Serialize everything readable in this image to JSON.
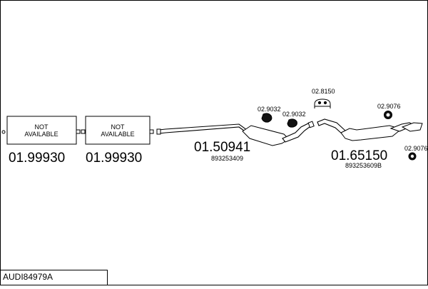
{
  "model_code": "AUDI84979A",
  "not_available": {
    "line1": "NOT",
    "line2": "AVAILABLE"
  },
  "parts": [
    {
      "number": "01.99930"
    },
    {
      "number": "01.99930"
    },
    {
      "number": "01.50941",
      "oem": "893253409"
    },
    {
      "number": "01.65150",
      "oem": "893253609B"
    }
  ],
  "accessories": [
    {
      "number": "02.9032"
    },
    {
      "number": "02.9032"
    },
    {
      "number": "02.8150"
    },
    {
      "number": "02.9076"
    },
    {
      "number": "02.9076"
    }
  ]
}
